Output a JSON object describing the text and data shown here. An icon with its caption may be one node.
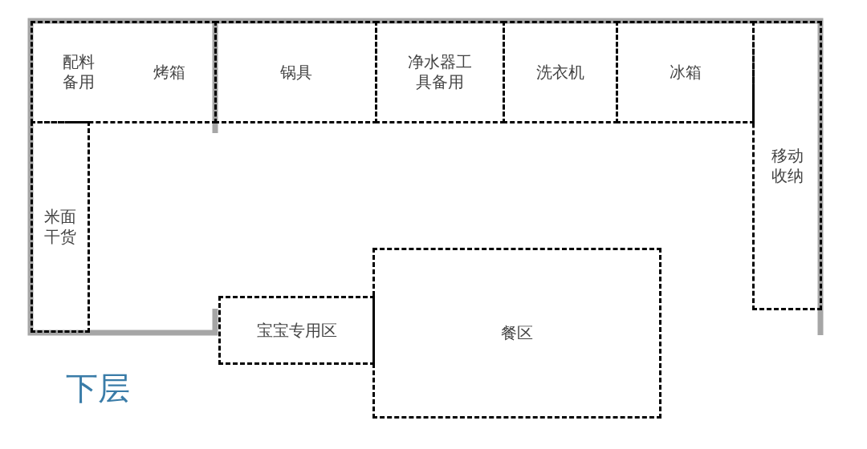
{
  "diagram": {
    "title": "下层",
    "nodes": [
      {
        "text": [
          "配料备用",
          "烤箱"
        ]
      },
      {
        "text": [
          "锅具"
        ]
      },
      {
        "text": [
          "净水器工具备用"
        ]
      },
      {
        "text": [
          "洗衣机"
        ]
      },
      {
        "text": [
          "冰箱"
        ]
      },
      {
        "text": [
          "移动收纳"
        ]
      },
      {
        "text": [
          "米面干货"
        ]
      },
      {
        "text": [
          "宝宝专用区"
        ]
      },
      {
        "text": [
          "餐区"
        ]
      }
    ]
  }
}
